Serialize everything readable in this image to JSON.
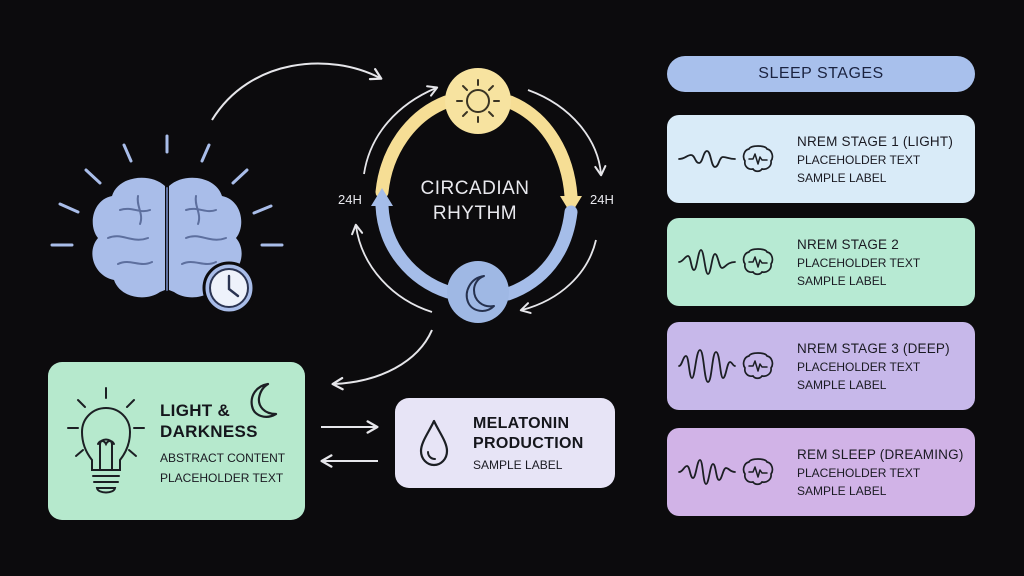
{
  "cycle": {
    "line1": "CIRCADIAN",
    "line2": "RHYTHM",
    "left_period": "24H",
    "right_period": "24H"
  },
  "light": {
    "title_line1": "LIGHT &",
    "title_line2": "DARKNESS",
    "sub_line1": "ABSTRACT CONTENT",
    "sub_line2": "PLACEHOLDER TEXT"
  },
  "melatonin": {
    "title_line1": "MELATONIN",
    "title_line2": "PRODUCTION",
    "sub": "SAMPLE LABEL"
  },
  "stages": {
    "header": "SLEEP STAGES",
    "items": [
      {
        "title": "NREM STAGE 1 (LIGHT)",
        "line2": "PLACEHOLDER TEXT",
        "line3": "SAMPLE LABEL",
        "color": "#d9ebf8"
      },
      {
        "title": "NREM STAGE 2",
        "line2": "PLACEHOLDER TEXT",
        "line3": "SAMPLE LABEL",
        "color": "#b7ead3"
      },
      {
        "title": "NREM STAGE 3 (DEEP)",
        "line2": "PLACEHOLDER TEXT",
        "line3": "SAMPLE LABEL",
        "color": "#c7b8ea"
      },
      {
        "title": "REM SLEEP (DREAMING)",
        "line2": "PLACEHOLDER TEXT",
        "line3": "SAMPLE LABEL",
        "color": "#d1b3e7"
      }
    ]
  },
  "colors": {
    "background": "#0c0b0d",
    "brain": "#a9bde9",
    "sun": "#f7e3a0",
    "moon": "#9fb8e4",
    "arc_day": "#f6de95",
    "arc_night": "#a5bde9",
    "arrows": "#e6e6ea"
  },
  "icons": [
    "brain-icon",
    "clock-icon",
    "sun-icon",
    "moon-icon",
    "light-bulb-icon",
    "crescent-moon-icon",
    "droplet-icon",
    "brain-wave-icon"
  ]
}
